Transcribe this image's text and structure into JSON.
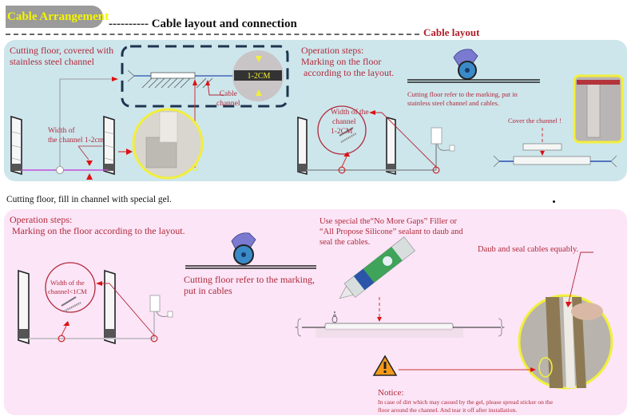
{
  "header": {
    "badge": "Cable Arrangement",
    "subtitle": "---------- Cable layout and connection",
    "section_label": "Cable layout"
  },
  "top_panel": {
    "step1_title": "Cutting floor, covered with",
    "step1_title2": " stainless steel channel",
    "inset_measure": "1-2CM",
    "cable_channel_label_1": "Cable",
    "cable_channel_label_2": "channel",
    "width_label_1": "Width of",
    "width_label_2": "the channel 1-2cm",
    "ops_title": "Operation steps:",
    "ops_line1": "Marking on the floor",
    "ops_line2": " according to the layout.",
    "circle_label_1": "Width of the",
    "circle_label_2": "channel",
    "circle_label_3": "1-2CM",
    "cut_caption_1": "Cutting floor refer to the marking, put in",
    "cut_caption_2": "stainless steel channel and cables.",
    "cover_label": "Cover the channel !"
  },
  "middle_caption": "Cutting floor, fill in channel with special gel.",
  "bottom_panel": {
    "ops_title": "Operation steps:",
    "ops_line1": " Marking on the floor according to the layout.",
    "circle_label_1": "Width of the",
    "circle_label_2": "channel<1CM",
    "cut_caption_1": "Cutting floor refer to the marking,",
    "cut_caption_2": "put in cables",
    "sealant_line1": "Use special the“No More Gaps” Filler or",
    "sealant_line2": "“All Propose Silicone” sealant to daub and",
    "sealant_line3": "seal the cables.",
    "daub_label": "Daub and seal cables equably.",
    "notice_title": "Notice:",
    "notice_line1": "In case of dirt which may caused by the gel, please spread sticker on the",
    "notice_line2": "floor around the channel. And tear it off after installation."
  },
  "colors": {
    "badge_bg": "#9b9b9b",
    "badge_text": "#f5f500",
    "accent_red": "#b01e2a",
    "panel_blue": "#cde6ec",
    "panel_pink": "#fbe5f7",
    "highlight_yellow": "#f2ef3a",
    "warning_orange": "#f59a1b"
  }
}
